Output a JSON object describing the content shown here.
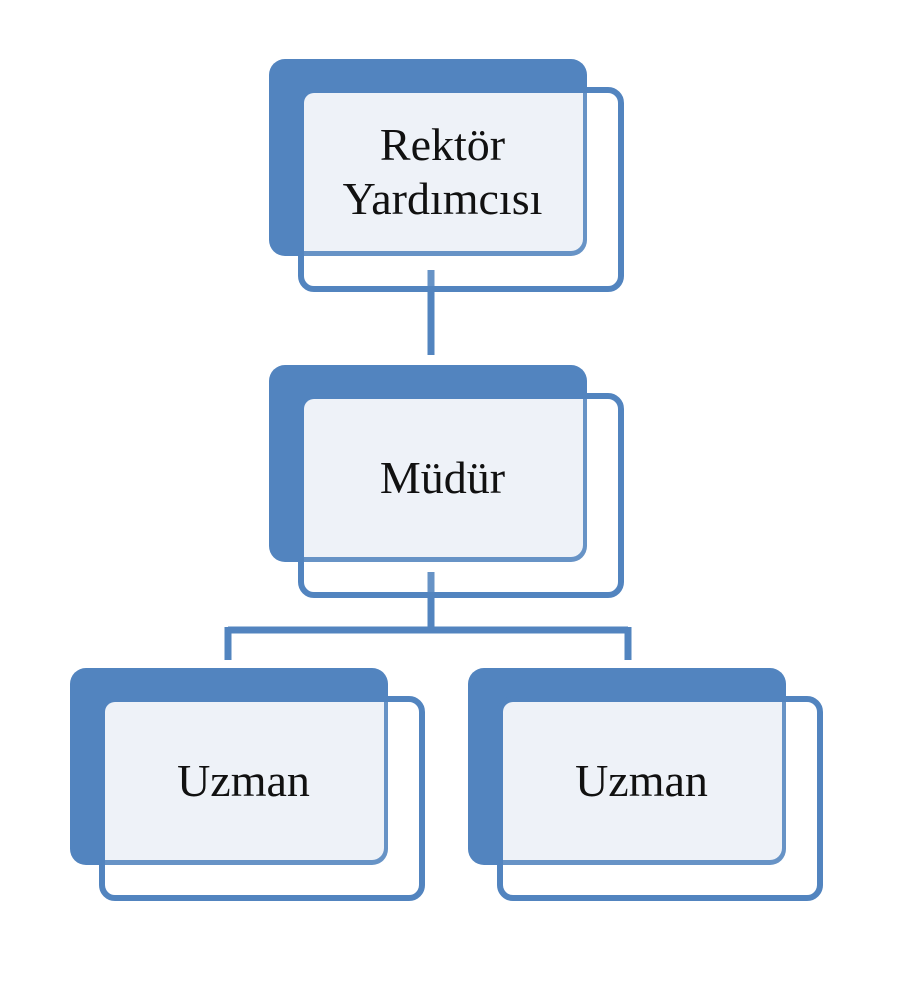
{
  "diagram": {
    "colors": {
      "accent": "#5284bf",
      "fill": "#eef2f8",
      "text": "#111111"
    },
    "nodes": {
      "rektor_yardimcisi": {
        "line1": "Rektör",
        "line2": "Yardımcısı"
      },
      "mudur": {
        "label": "Müdür"
      },
      "uzman_left": {
        "label": "Uzman"
      },
      "uzman_right": {
        "label": "Uzman"
      }
    }
  }
}
